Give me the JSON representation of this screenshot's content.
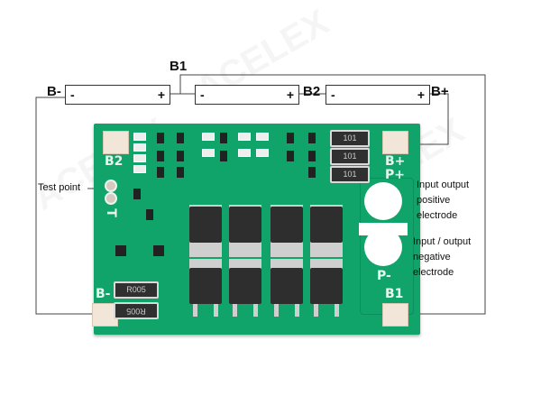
{
  "diagram": {
    "watermark": "ACELEX",
    "terminals": {
      "b_minus": "B-",
      "b1": "B1",
      "b2": "B2",
      "b_plus": "B+"
    },
    "cells": [
      {
        "minus": "-",
        "plus": "+"
      },
      {
        "minus": "-",
        "plus": "+"
      },
      {
        "minus": "-",
        "plus": "+"
      }
    ],
    "board": {
      "silk_b2": "B2",
      "silk_b_plus": "B+",
      "silk_p_plus": "P+",
      "silk_p_minus": "P-",
      "silk_b_minus": "B-",
      "silk_b1": "B1",
      "silk_t": "T",
      "resistor_101": [
        "101",
        "101",
        "101"
      ],
      "shunt": [
        "R005",
        "R005"
      ],
      "color": "#10a36a"
    },
    "annotations": {
      "test_point": "Test point",
      "positive": [
        "Input output",
        "positive",
        "electrode"
      ],
      "negative": [
        "Input / output",
        "negative",
        "electrode"
      ]
    }
  }
}
